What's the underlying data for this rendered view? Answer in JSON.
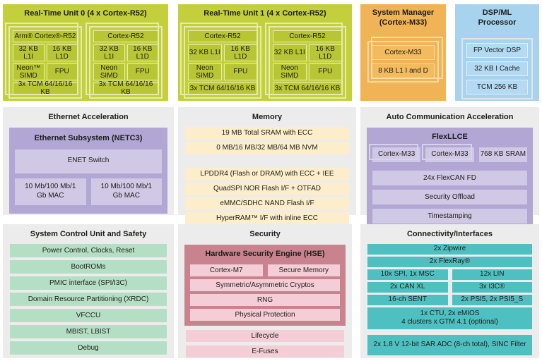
{
  "palette": {
    "lime": "#c3d03b",
    "lime_cell": "#b9c634",
    "lime_frame": "#e6ecb0",
    "orange": "#f0b355",
    "orange_cell": "#f3bb5e",
    "blue": "#a7d3ee",
    "blue_cell": "#b3daf2",
    "gray": "#ececec",
    "purple": "#b1a6d4",
    "purple_cell": "#cfc9e6",
    "cream": "#fdeecb",
    "green": "#b5dfc5",
    "rose": "#c9838f",
    "pink": "#f4cdd6",
    "teal": "#4fc0c1",
    "text": "#1d1d1b"
  },
  "rtu0": {
    "title": "Real-Time Unit 0 (4 x Cortex-R52)",
    "clusters": [
      {
        "core": "Arm® Cortex®-R52",
        "l1i": "32 KB L1I",
        "l1d": "16 KB L1D",
        "simd": "Neon™\nSIMD",
        "fpu": "FPU",
        "tcm": "3x TCM 64/16/16 KB"
      },
      {
        "core": "Cortex-R52",
        "l1i": "32 KB L1I",
        "l1d": "16 KB L1D",
        "simd": "Neon\nSIMD",
        "fpu": "FPU",
        "tcm": "3x TCM 64/16/16 KB"
      }
    ]
  },
  "rtu1": {
    "title": "Real-Time Unit 1 (4 x Cortex-R52)",
    "clusters": [
      {
        "core": "Cortex-R52",
        "l1i": "32 KB L1I",
        "l1d": "16 KB L1D",
        "simd": "Neon\nSIMD",
        "fpu": "FPU",
        "tcm": "3x TCM 64/16/16 KB"
      },
      {
        "core": "Cortex-R52",
        "l1i": "32 KB L1I",
        "l1d": "16 KB L1D",
        "simd": "Neon\nSIMD",
        "fpu": "FPU",
        "tcm": "3x TCM 64/16/16 KB"
      }
    ]
  },
  "system_manager": {
    "title": "System Manager\n(Cortex-M33)",
    "core": "Cortex-M33",
    "cache": "8 KB L1 I and D"
  },
  "dsp": {
    "title": "DSP/ML\nProcessor",
    "rows": [
      "FP Vector DSP",
      "32 KB I Cache",
      "TCM 256 KB"
    ]
  },
  "ethernet": {
    "title": "Ethernet Acceleration",
    "subsystem_title": "Ethernet Subsystem (NETC3)",
    "switch": "ENET Switch",
    "mac_left": "10 Mb/100 Mb/1 Gb MAC",
    "mac_right": "10 Mb/100 Mb/1 Gb MAC"
  },
  "memory": {
    "title": "Memory",
    "group1": [
      "19 MB Total SRAM with ECC",
      "0 MB/16 MB/32 MB/64 MB NVM"
    ],
    "group2": [
      "LPDDR4 (Flash or DRAM) with ECC + IEE",
      "QuadSPI NOR Flash I/F + OTFAD",
      "eMMC/SDHC NAND Flash I/F",
      "HyperRAM™ I/F with inline ECC"
    ]
  },
  "auto_comm": {
    "title": "Auto Communication Acceleration",
    "flexllce_title": "FlexLLCE",
    "core_a": "Cortex-M33",
    "core_b": "Cortex-M33",
    "sram": "768 KB SRAM",
    "rows": [
      "24x FlexCAN FD",
      "Security Offload",
      "Timestamping"
    ]
  },
  "scu": {
    "title": "System Control Unit and Safety",
    "rows": [
      "Power Control, Clocks, Reset",
      "BootROMs",
      "PMIC interface (SPI/I3C)",
      "Domain Resource Partitioning (XRDC)",
      "VFCCU",
      "MBIST, LBIST",
      "Debug"
    ]
  },
  "security": {
    "title": "Security",
    "hse_title": "Hardware Security Engine (HSE)",
    "hse_pair": [
      "Cortex-M7",
      "Secure Memory"
    ],
    "hse_rows": [
      "Symmetric/Asymmetric Cryptos",
      "RNG",
      "Physical Protection"
    ],
    "rows": [
      "Lifecycle",
      "E-Fuses"
    ]
  },
  "connectivity": {
    "title": "Connectivity/Interfaces",
    "full_rows": [
      "2x Zipwire",
      "2x FlexRay®"
    ],
    "pair_rows": [
      [
        "10x SPI, 1x MSC",
        "12x LIN"
      ],
      [
        "2x CAN XL",
        "3x I3C®"
      ],
      [
        "16-ch SENT",
        "2x PSI5, 2x PSI5_S"
      ]
    ],
    "ctu_row": "1x CTU, 2x eMIOS\n4 clusters x GTM 4.1 (optional)",
    "adc_row": "2x 1.8 V 12-bit SAR ADC (8-ch total), SINC Filter"
  }
}
